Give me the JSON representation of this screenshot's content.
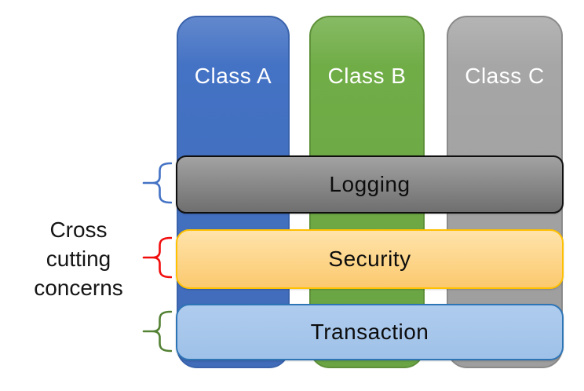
{
  "diagram": {
    "side_label": {
      "lines": [
        "Cross",
        "cutting",
        "concerns"
      ],
      "text_color": "#151515"
    },
    "columns": [
      {
        "label": "Class A",
        "fill": "#4472C4",
        "border": "#3A63AC",
        "text_color": "#FFFFFF"
      },
      {
        "label": "Class B",
        "fill": "#70AD47",
        "border": "#5E9139",
        "text_color": "#FFFFFF"
      },
      {
        "label": "Class C",
        "fill": "#A6A6A6",
        "border": "#8A8A8A",
        "text_color": "#FFFFFF"
      }
    ],
    "bars": [
      {
        "label": "Logging",
        "fill_top": "#A2A2A2",
        "fill_bottom": "#6F6F6F",
        "border": "#0F0F0F",
        "label_color": "#0D0D0D",
        "brace_color": "#4472C4"
      },
      {
        "label": "Security",
        "fill_top": "#FFE3AB",
        "fill_bottom": "#FBC96E",
        "border": "#FFC000",
        "label_color": "#0D0D0D",
        "brace_color": "#F20D0D"
      },
      {
        "label": "Transaction",
        "fill_top": "#AFCCEE",
        "fill_bottom": "#9FC1E8",
        "border": "#2E75B6",
        "label_color": "#0D0D0D",
        "brace_color": "#548235"
      }
    ]
  }
}
